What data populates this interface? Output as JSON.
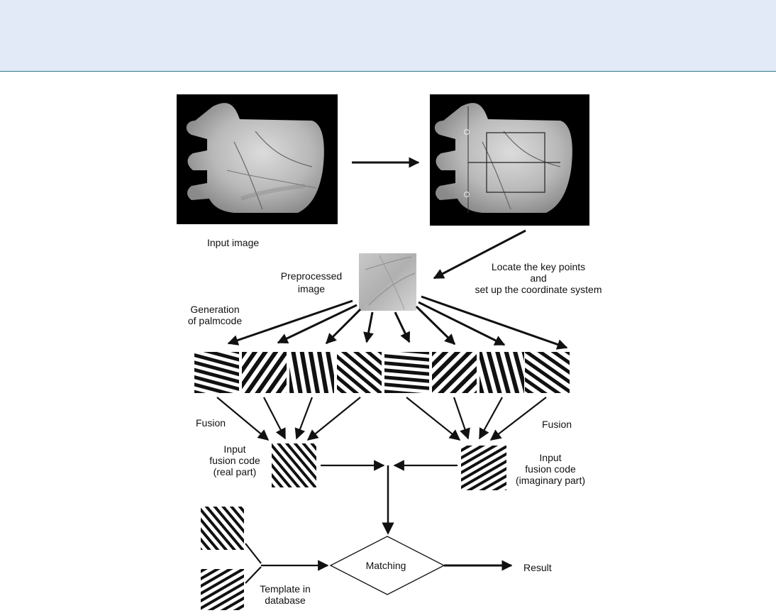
{
  "labels": {
    "input_image": "Input image",
    "preprocessed_1": "Preprocessed",
    "preprocessed_2": "image",
    "locate_1": "Locate the key points",
    "locate_2": "and",
    "locate_3": "set up the coordinate system",
    "generation_1": "Generation",
    "generation_2": "of palmcode",
    "fusion_left": "Fusion",
    "fusion_right": "Fusion",
    "real_1": "Input",
    "real_2": "fusion code",
    "real_3": "(real part)",
    "imag_1": "Input",
    "imag_2": "fusion code",
    "imag_3": "(imaginary part)",
    "matching": "Matching",
    "result": "Result",
    "template_1": "Template in",
    "template_2": "database"
  },
  "colors": {
    "header_bg": "#e3eaf7",
    "header_rule": "#2a7a86",
    "ink": "#111111"
  }
}
